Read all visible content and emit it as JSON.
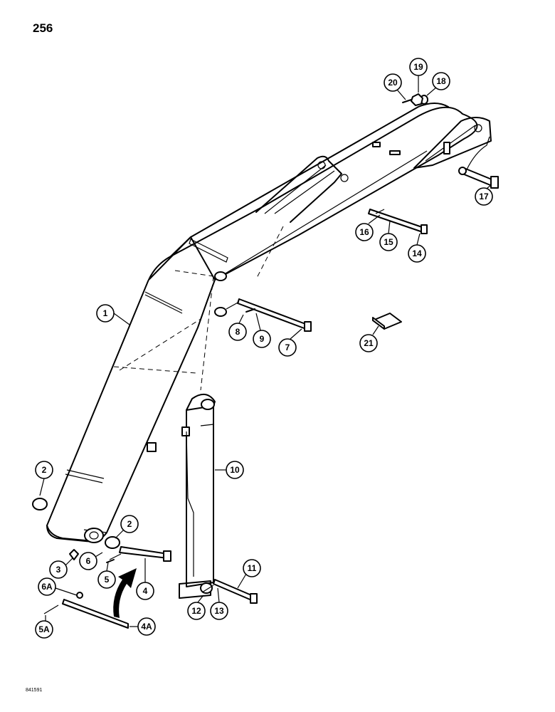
{
  "page_number": "256",
  "figure_code": "841591",
  "callouts": [
    {
      "id": "1",
      "label": "1"
    },
    {
      "id": "2a",
      "label": "2"
    },
    {
      "id": "2b",
      "label": "2"
    },
    {
      "id": "3",
      "label": "3"
    },
    {
      "id": "4",
      "label": "4"
    },
    {
      "id": "4A",
      "label": "4A"
    },
    {
      "id": "5",
      "label": "5"
    },
    {
      "id": "5A",
      "label": "5A"
    },
    {
      "id": "6",
      "label": "6"
    },
    {
      "id": "6A",
      "label": "6A"
    },
    {
      "id": "7",
      "label": "7"
    },
    {
      "id": "8",
      "label": "8"
    },
    {
      "id": "9",
      "label": "9"
    },
    {
      "id": "10",
      "label": "10"
    },
    {
      "id": "11",
      "label": "11"
    },
    {
      "id": "12",
      "label": "12"
    },
    {
      "id": "13",
      "label": "13"
    },
    {
      "id": "14",
      "label": "14"
    },
    {
      "id": "15",
      "label": "15"
    },
    {
      "id": "16",
      "label": "16"
    },
    {
      "id": "17",
      "label": "17"
    },
    {
      "id": "18",
      "label": "18"
    },
    {
      "id": "19",
      "label": "19"
    },
    {
      "id": "20",
      "label": "20"
    },
    {
      "id": "21",
      "label": "21"
    }
  ]
}
